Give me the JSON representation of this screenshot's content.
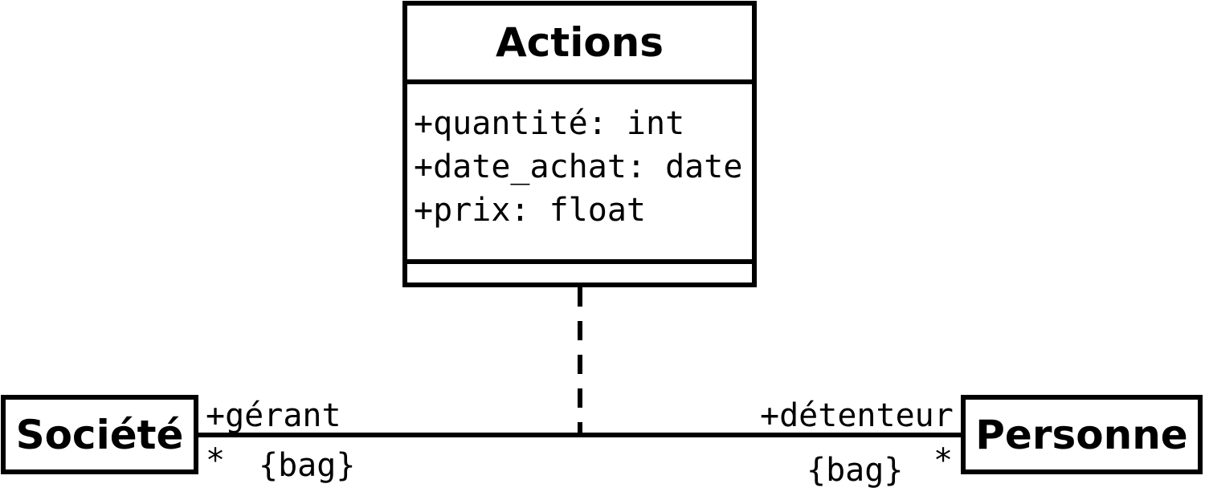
{
  "classes": {
    "actions": {
      "name": "Actions",
      "attributes": [
        "+quantité: int",
        "+date_achat: date",
        "+prix: float"
      ]
    },
    "societe": {
      "name": "Société"
    },
    "personne": {
      "name": "Personne"
    }
  },
  "association": {
    "left_end": {
      "role": "+gérant",
      "multiplicity": "*",
      "constraint": "{bag}"
    },
    "right_end": {
      "role": "+détenteur",
      "multiplicity": "*",
      "constraint": "{bag}"
    }
  }
}
